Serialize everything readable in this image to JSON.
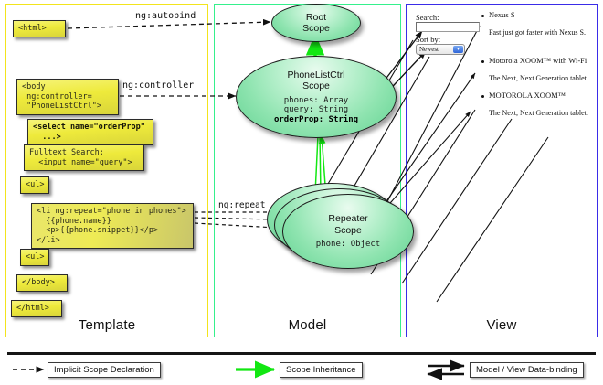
{
  "panels": {
    "template": {
      "label": "Template",
      "border_color": "#f2e41d"
    },
    "model": {
      "label": "Model",
      "border_color": "#35f08c"
    },
    "view": {
      "label": "View",
      "border_color": "#3a2ce8"
    }
  },
  "template_boxes": [
    {
      "id": "html-open",
      "text": "<html>"
    },
    {
      "id": "body-open",
      "text": "<body\n ng:controller=\n \"PhoneListCtrl\">"
    },
    {
      "id": "select-tag",
      "text": "<select name=\"orderProp\"\n  ...>"
    },
    {
      "id": "search-input",
      "text": "Fulltext Search:\n  <input name=\"query\">"
    },
    {
      "id": "ul-open",
      "text": "<ul>"
    },
    {
      "id": "li-repeat",
      "text": "<li ng:repeat=\"phone in phones\">\n  {{phone.name}}\n  <p>{{phone.snippet}}</p>\n</li>"
    },
    {
      "id": "ul-close",
      "text": "<ul>"
    },
    {
      "id": "body-close",
      "text": "</body>"
    },
    {
      "id": "html-close",
      "text": "</html>"
    }
  ],
  "edge_labels": {
    "autobind": "ng:autobind",
    "controller": "ng:controller",
    "repeat": "ng:repeat"
  },
  "scopes": [
    {
      "id": "root",
      "title": "Root\nScope",
      "title_lines": [
        "Root",
        "Scope"
      ],
      "props": []
    },
    {
      "id": "ctrl",
      "title": "PhoneListCtrl Scope",
      "title_lines": [
        "PhoneListCtrl",
        "Scope"
      ],
      "props": [
        {
          "text": "phones: Array",
          "bold": false
        },
        {
          "text": "query: String",
          "bold": false
        },
        {
          "text": "orderProp: String",
          "bold": true
        }
      ]
    },
    {
      "id": "repeater",
      "title": "Repeater Scope",
      "title_lines": [
        "Repeater",
        "Scope"
      ],
      "props": [
        {
          "text": "phone: Object",
          "bold": false
        }
      ]
    }
  ],
  "view": {
    "search_label": "Search:",
    "search_value": "",
    "sort_label": "Sort by:",
    "sort_selected": "Newest",
    "sort_options": [
      "Newest"
    ],
    "phones": [
      {
        "name": "Nexus S",
        "snippet": "Fast just got faster with Nexus S."
      },
      {
        "name": "Motorola XOOM™  with Wi-Fi",
        "snippet": "The Next, Next Generation tablet."
      },
      {
        "name": "MOTOROLA XOOM™",
        "snippet": "The Next, Next Generation tablet."
      }
    ]
  },
  "legend": [
    {
      "id": "implicit",
      "label": "Implicit Scope Declaration",
      "style": "dashed-arrow",
      "color": "#111111"
    },
    {
      "id": "inheritance",
      "label": "Scope Inheritance",
      "style": "solid-arrow",
      "color": "#12e712"
    },
    {
      "id": "databinding",
      "label": "Model / View Data-binding",
      "style": "double-arrow",
      "color": "#111111"
    }
  ],
  "colors": {
    "yellow_box": "#eeea3b",
    "green_ellipse": "#8fe4b0",
    "inheritance_green": "#12e712",
    "template_border": "#f2e41d",
    "model_border": "#35f08c",
    "view_border": "#3a2ce8"
  }
}
